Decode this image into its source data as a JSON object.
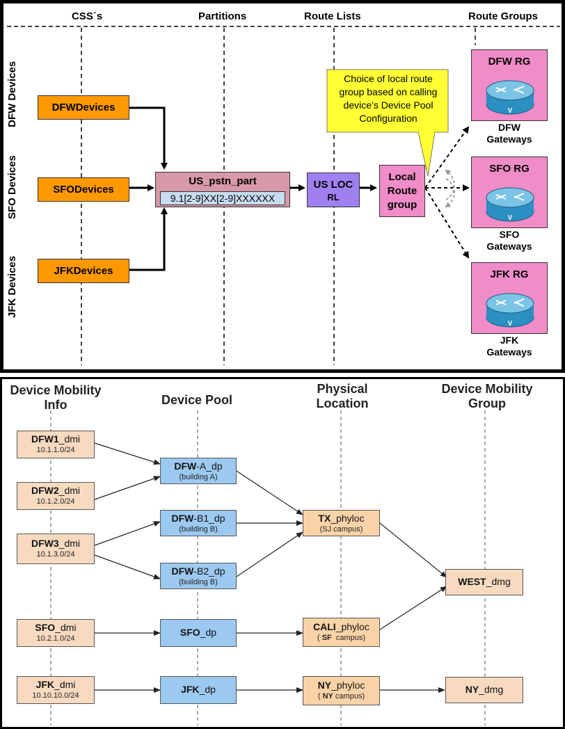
{
  "top": {
    "columns": [
      "CSS´s",
      "Partitions",
      "Route Lists",
      "Route Groups"
    ],
    "rows": [
      "DFW Devices",
      "SFO Devices",
      "JFK Devices"
    ],
    "css_boxes": [
      "DFWDevices",
      "SFODevices",
      "JFKDevices"
    ],
    "partition": {
      "title": "US_pstn_part",
      "pattern": "9.1[2-9]XX[2-9]XXXXXX"
    },
    "route_list": {
      "line1": "US LOC",
      "line2": "RL"
    },
    "local_rg": {
      "lines": [
        "Local",
        "Route",
        "group"
      ]
    },
    "callout": "Choice of local route group based on calling device’s Device Pool Configuration",
    "route_groups": [
      {
        "title": "DFW RG",
        "gw_line1": "DFW",
        "gw_line2": "Gateways"
      },
      {
        "title": "SFO RG",
        "gw_line1": "SFO",
        "gw_line2": "Gateways"
      },
      {
        "title": "JFK RG",
        "gw_line1": "JFK",
        "gw_line2": "Gateways"
      }
    ],
    "router_glyph": "V",
    "colors": {
      "orange": "#ff9900",
      "pink": "#f08cc8",
      "partition": "#d898a8",
      "partition_inner": "#c8dcf0",
      "route_list": "#a080f0",
      "callout": "#ffff33"
    }
  },
  "bottom": {
    "columns": [
      {
        "line1": "Device Mobility",
        "line2": "Info"
      },
      {
        "line1": "Device Pool",
        "line2": ""
      },
      {
        "line1": "Physical",
        "line2": "Location"
      },
      {
        "line1": "Device Mobility",
        "line2": "Group"
      }
    ],
    "dmi": [
      {
        "prefix": "DFW1",
        "suffix": "_dmi",
        "subnet": "10.1.1.0/24"
      },
      {
        "prefix": "DFW2",
        "suffix": "_dmi",
        "subnet": "10.1.2.0/24"
      },
      {
        "prefix": "DFW3",
        "suffix": "_dmi",
        "subnet": "10.1.3.0/24"
      },
      {
        "prefix": "SFO",
        "suffix": "_dmi",
        "subnet": "10.2.1.0/24"
      },
      {
        "prefix": "JFK",
        "suffix": "_dmi",
        "subnet": "10.10.10.0/24"
      }
    ],
    "device_pools": [
      {
        "prefix": "DFW",
        "suffix": "-A_dp",
        "sub": "(building A)"
      },
      {
        "prefix": "DFW",
        "suffix": "-B1_dp",
        "sub": "(building B)"
      },
      {
        "prefix": "DFW",
        "suffix": "-B2_dp",
        "sub": "(building B)"
      },
      {
        "prefix": "SFO",
        "suffix": "_dp",
        "sub": ""
      },
      {
        "prefix": "JFK",
        "suffix": "_dp",
        "sub": ""
      }
    ],
    "phylocs": [
      {
        "prefix": "TX",
        "suffix": "_phyloc",
        "sub_pre": "(SJ campus)",
        "sub_bold": "",
        "sub_post": ""
      },
      {
        "prefix": "CALI",
        "suffix": "_phyloc",
        "sub_pre": "( ",
        "sub_bold": "SF",
        "sub_post": "  campus)"
      },
      {
        "prefix": "NY",
        "suffix": "_phyloc",
        "sub_pre": "( ",
        "sub_bold": "NY",
        "sub_post": " campus)"
      }
    ],
    "dmgs": [
      {
        "prefix": "WEST",
        "suffix": "_dmg"
      },
      {
        "prefix": "NY",
        "suffix": "_dmg"
      }
    ],
    "colors": {
      "dmi": "#f7dac0",
      "dp": "#9cc9f0",
      "phyloc": "#fbd3a8",
      "dmg": "#f7dac0"
    }
  }
}
